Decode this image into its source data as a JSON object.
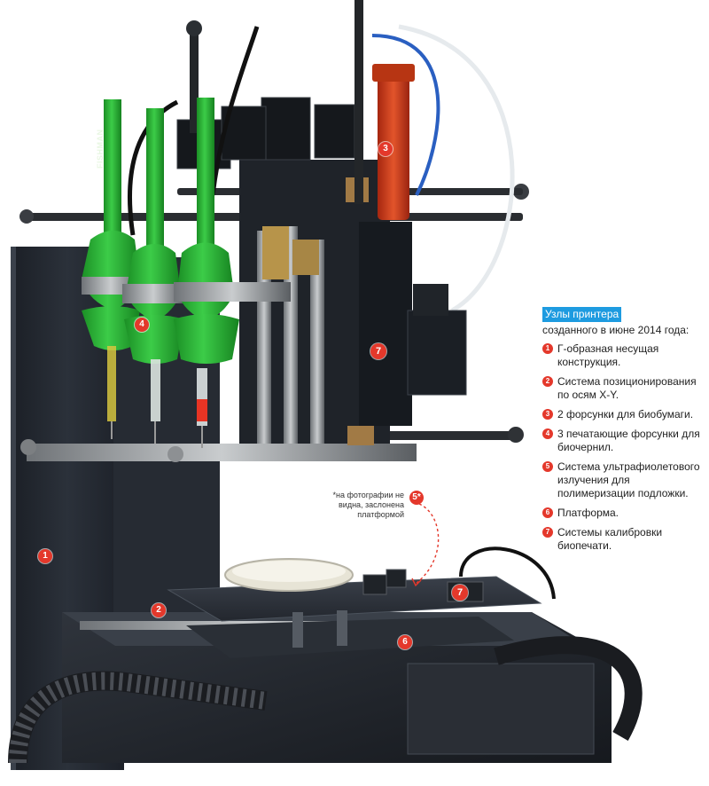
{
  "legend": {
    "title": "Узлы принтера",
    "subtitle": "созданного в июне 2014 года:",
    "items": [
      {
        "num": "1",
        "text": "Г-образная несущая конструкция."
      },
      {
        "num": "2",
        "text": "Система позиционирования по осям X-Y."
      },
      {
        "num": "3",
        "text": "2 форсунки для биобумаги."
      },
      {
        "num": "4",
        "text": "3 печатающие форсунки для биочернил."
      },
      {
        "num": "5",
        "text": "Система ультрафиолетового излучения для полимеризации подложки."
      },
      {
        "num": "6",
        "text": "Платформа."
      },
      {
        "num": "7",
        "text": "Системы калибровки биопечати."
      }
    ]
  },
  "footnote": "*на фотографии не видна, заслонена платформой",
  "markers": {
    "m1": "1",
    "m2": "2",
    "m3": "3",
    "m4": "4",
    "m5": "5*",
    "m6": "6",
    "m7a": "7",
    "m7b": "7"
  },
  "nozzle_brand": "FISHMAN",
  "colors": {
    "accent_blue": "#1e9be0",
    "marker_red": "#e4382b",
    "nozzle_green": "#2fb53a",
    "frame_dark": "#22262d"
  }
}
